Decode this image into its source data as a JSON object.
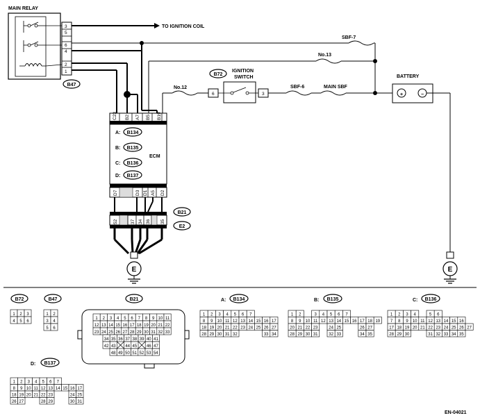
{
  "relay": {
    "title": "MAIN RELAY",
    "pins": [
      "3",
      "5",
      "6",
      "4",
      "2",
      "1"
    ],
    "ref": "B47"
  },
  "to_ignition_coil": "TO IGNITION COIL",
  "fuses": {
    "sbf7": "SBF-7",
    "no13": "No.13",
    "no12": "No.12",
    "sbf6": "SBF-6",
    "main_sbf": "MAIN SBF"
  },
  "ignition_switch": {
    "ref": "B72",
    "title_line1": "IGNITION",
    "title_line2": "SWITCH",
    "pin_left": "6",
    "pin_right": "3"
  },
  "battery": {
    "title": "BATTERY",
    "plus": "+",
    "minus": "−"
  },
  "ecm": {
    "title": "ECM",
    "top_pins": [
      "C23",
      "B2",
      "A7",
      "B5",
      "B19"
    ],
    "connectors": [
      {
        "letter": "A:",
        "ref": "B134"
      },
      {
        "letter": "B:",
        "ref": "B135"
      },
      {
        "letter": "C:",
        "ref": "B136"
      },
      {
        "letter": "D:",
        "ref": "B137"
      }
    ],
    "bottom_pins": [
      "D7",
      "D3",
      "D1",
      "A5",
      "D2"
    ]
  },
  "joint": {
    "pins": [
      "52",
      "37",
      "34",
      "36",
      "35"
    ],
    "refs": [
      "B21",
      "E2"
    ]
  },
  "ground": "E",
  "connector_views": {
    "b72": {
      "ref": "B72",
      "rows": [
        [
          "1",
          "2",
          "3"
        ],
        [
          "4",
          "5",
          "6"
        ]
      ]
    },
    "b47": {
      "ref": "B47",
      "rows": [
        [
          "1",
          "2"
        ],
        [
          "3",
          "4"
        ],
        [
          "5",
          "6"
        ]
      ]
    },
    "b21": {
      "ref": "B21",
      "rows": [
        [
          "1",
          "2",
          "3",
          "4",
          "5",
          "6",
          "7",
          "8",
          "9",
          "10",
          "11"
        ],
        [
          "12",
          "13",
          "14",
          "15",
          "16",
          "17",
          "18",
          "19",
          "20",
          "21",
          "22"
        ],
        [
          "23",
          "24",
          "25",
          "26",
          "27",
          "28",
          "29",
          "30",
          "31",
          "32",
          "33"
        ],
        [
          "34",
          "35",
          "36",
          "37",
          "38",
          "39",
          "40",
          "41"
        ],
        [
          "42",
          "43",
          "",
          "44",
          "45",
          "",
          "46",
          "47"
        ],
        [
          "48",
          "49",
          "50",
          "51",
          "52",
          "53",
          "54"
        ]
      ]
    },
    "b134": {
      "letter": "A:",
      "ref": "B134",
      "rows": [
        [
          "1",
          "2",
          "3",
          "4",
          "5",
          "6",
          "7"
        ],
        [
          "8",
          "9",
          "10",
          "11",
          "12",
          "13",
          "14",
          "15",
          "16",
          "17"
        ],
        [
          "18",
          "19",
          "20",
          "21",
          "22",
          "23",
          "24",
          "25",
          "26",
          "27"
        ],
        [
          "28",
          "29",
          "30",
          "31",
          "32",
          "",
          "",
          "",
          "33",
          "34"
        ]
      ]
    },
    "b135": {
      "letter": "B:",
      "ref": "B135",
      "rows": [
        [
          "1",
          "2",
          "",
          "3",
          "4",
          "5",
          "6",
          "7"
        ],
        [
          "8",
          "9",
          "10",
          "11",
          "12",
          "13",
          "14",
          "15",
          "16",
          "17",
          "18",
          "19"
        ],
        [
          "20",
          "21",
          "22",
          "23",
          "",
          "24",
          "25",
          "",
          "",
          "26",
          "27"
        ],
        [
          "28",
          "29",
          "30",
          "31",
          "",
          "32",
          "33",
          "",
          "",
          "34",
          "35"
        ]
      ]
    },
    "b136": {
      "letter": "C:",
      "ref": "B136",
      "rows": [
        [
          "1",
          "2",
          "3",
          "4",
          "",
          "5",
          "6"
        ],
        [
          "7",
          "8",
          "9",
          "10",
          "11",
          "12",
          "13",
          "14",
          "15",
          "16"
        ],
        [
          "17",
          "18",
          "19",
          "20",
          "21",
          "22",
          "23",
          "24",
          "25",
          "26",
          "27"
        ],
        [
          "28",
          "29",
          "30",
          "",
          "",
          "31",
          "32",
          "33",
          "34",
          "35"
        ]
      ]
    },
    "b137": {
      "letter": "D:",
      "ref": "B137",
      "rows": [
        [
          "1",
          "2",
          "3",
          "4",
          "5",
          "6",
          "7"
        ],
        [
          "8",
          "9",
          "10",
          "11",
          "12",
          "13",
          "14",
          "15",
          "16",
          "17"
        ],
        [
          "18",
          "19",
          "20",
          "21",
          "22",
          "23",
          "",
          "",
          "24",
          "25"
        ],
        [
          "26",
          "27",
          "",
          "",
          "28",
          "29",
          "",
          "",
          "30",
          "31"
        ]
      ]
    }
  },
  "footer_code": "EN-04021"
}
